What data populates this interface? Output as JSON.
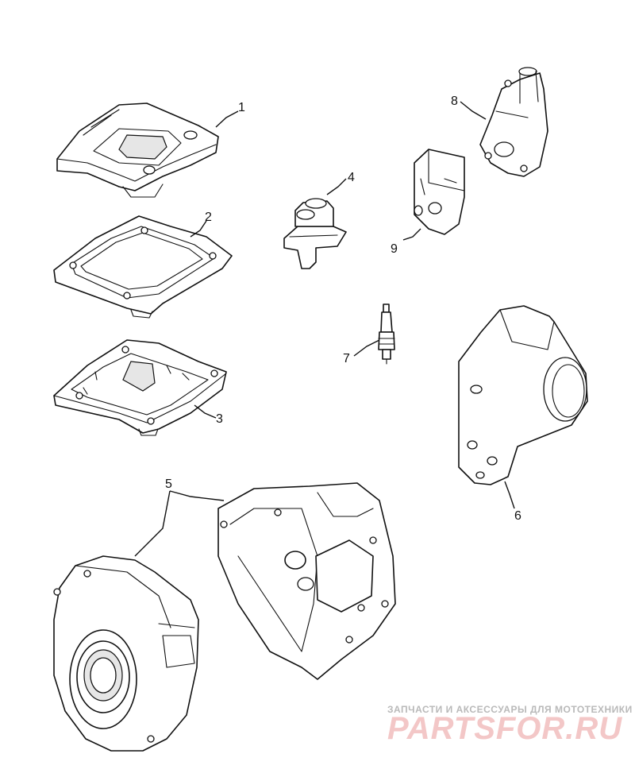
{
  "callouts": [
    "1",
    "2",
    "3",
    "4",
    "5",
    "6",
    "7",
    "8",
    "9"
  ],
  "watermark": {
    "tagline": "ЗАПЧАСТИ И АКСЕССУАРЫ ДЛЯ МОТОТЕХНИКИ",
    "logo": "PARTSFOR.RU",
    "logo_color": "#f3c7c7",
    "tagline_color": "#b9b9b9"
  }
}
